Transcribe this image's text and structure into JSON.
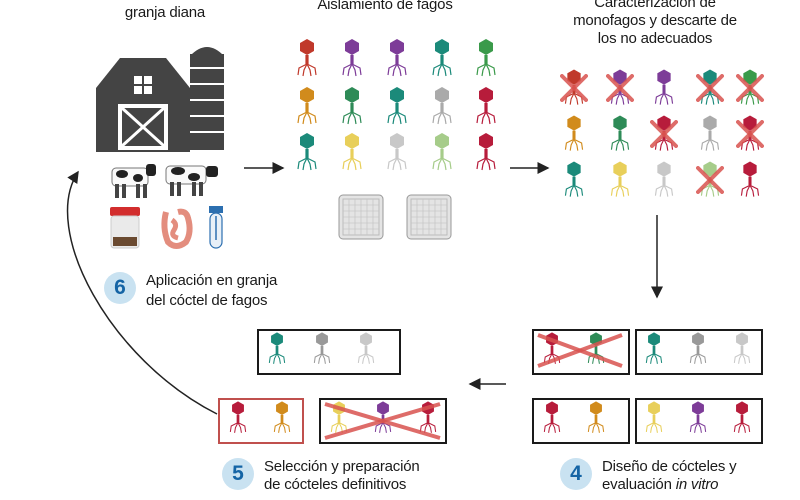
{
  "farm_title": "granja diana",
  "isolation_title": "Aislamiento de fagos",
  "characterization_title": [
    "Caracterización de",
    "monofagos y descarte de",
    "los no adecuados"
  ],
  "step4": {
    "number": "4",
    "line1": "Diseño de cócteles y",
    "line2_prefix": "evaluación ",
    "line2_italic": "in vitro"
  },
  "step5": {
    "number": "5",
    "line1": "Selección y preparación",
    "line2": "de cócteles definitivos"
  },
  "step6": {
    "number": "6",
    "line1": "Aplicación en granja",
    "line2": "del cóctel de fagos"
  },
  "colors": {
    "accent_blue": "#1464a5",
    "circle_fill": "#c9e2f1",
    "discard_red": "#d9534f",
    "box_red": "#c0504d"
  }
}
